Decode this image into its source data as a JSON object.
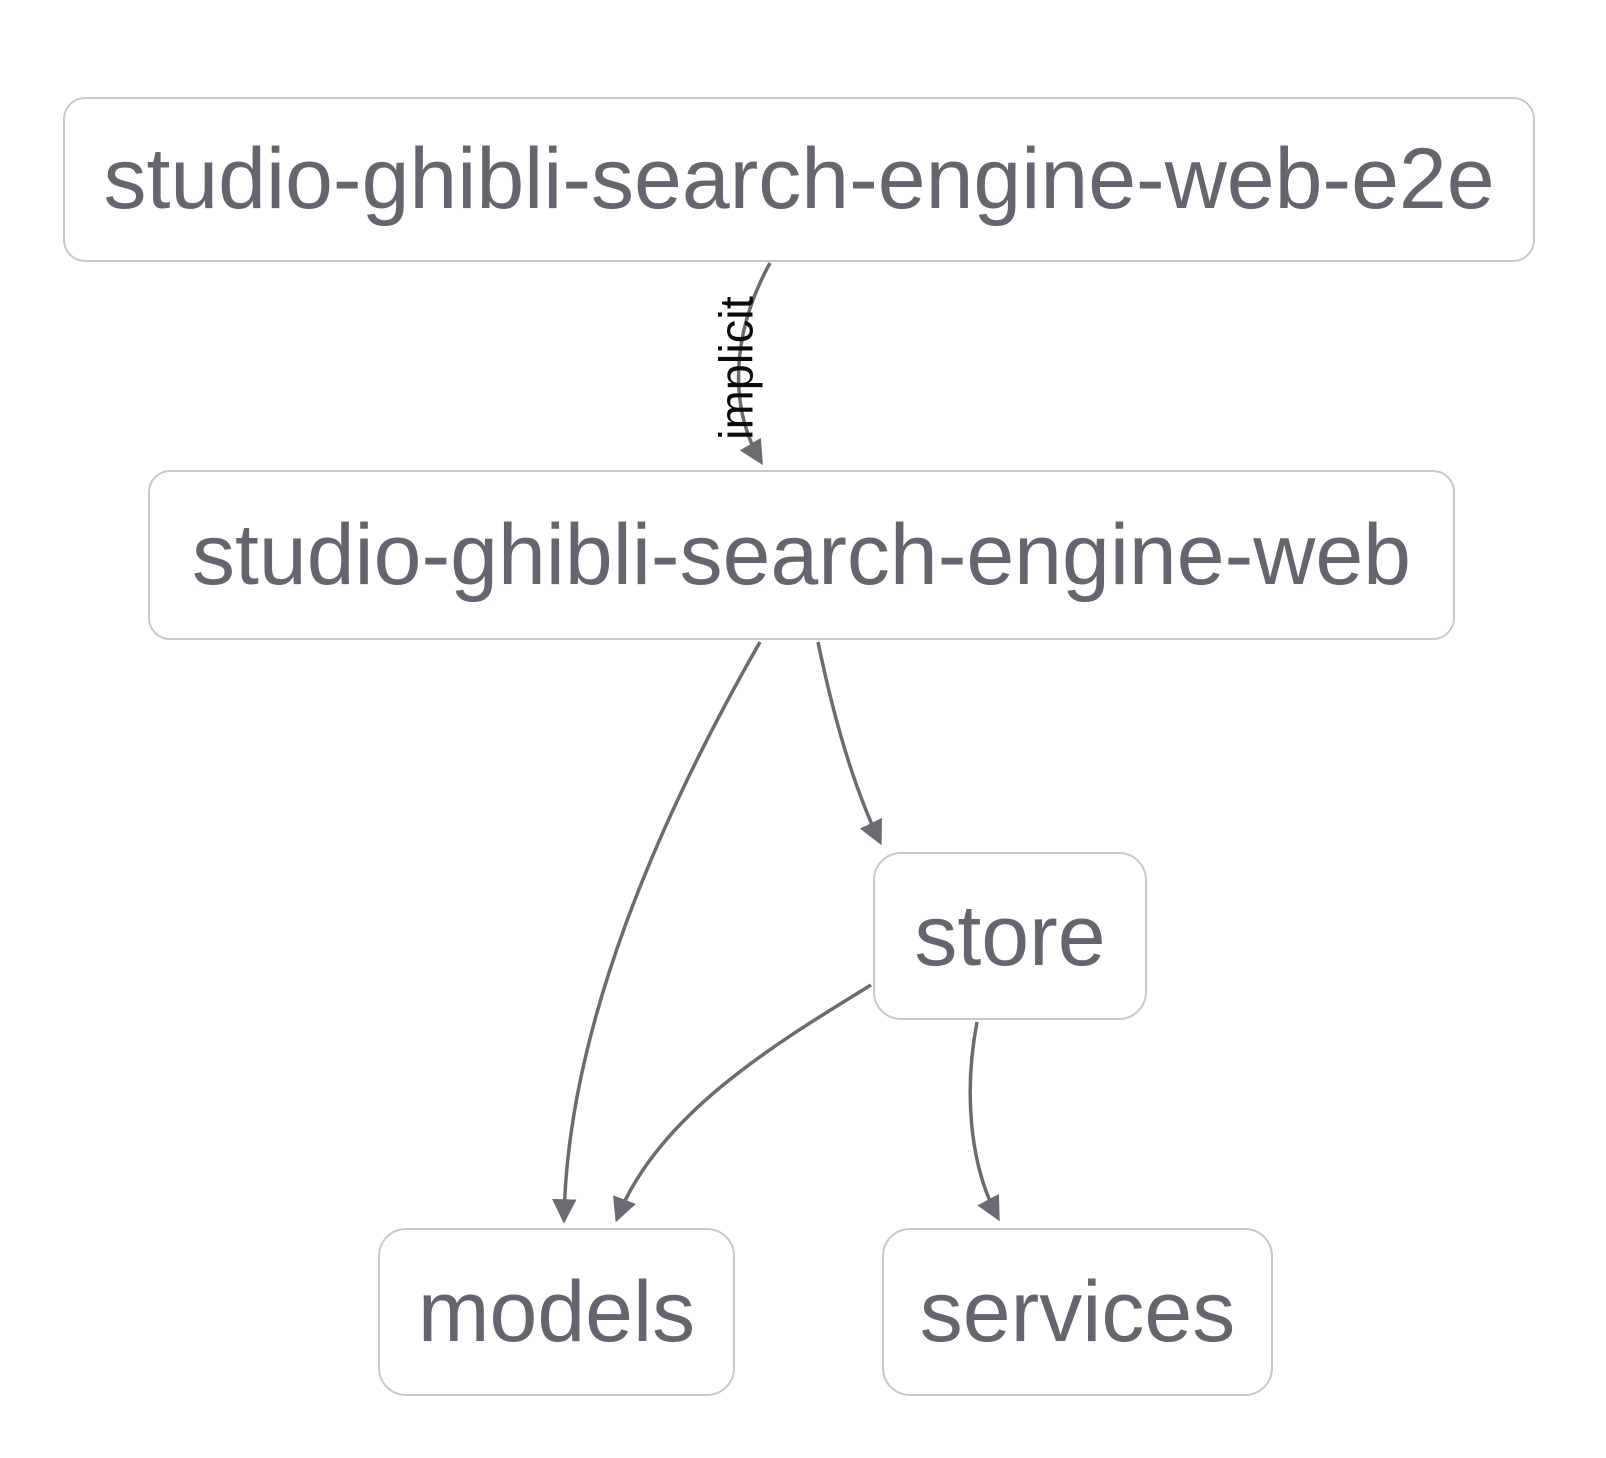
{
  "diagram": {
    "type": "dependency-graph",
    "nodes": [
      {
        "id": "studio-ghibli-search-engine-web-e2e",
        "label": "studio-ghibli-search-engine-web-e2e"
      },
      {
        "id": "studio-ghibli-search-engine-web",
        "label": "studio-ghibli-search-engine-web"
      },
      {
        "id": "store",
        "label": "store"
      },
      {
        "id": "models",
        "label": "models"
      },
      {
        "id": "services",
        "label": "services"
      }
    ],
    "edges": [
      {
        "from": "studio-ghibli-search-engine-web-e2e",
        "to": "studio-ghibli-search-engine-web",
        "label": "implicit"
      },
      {
        "from": "studio-ghibli-search-engine-web",
        "to": "store",
        "label": ""
      },
      {
        "from": "studio-ghibli-search-engine-web",
        "to": "models",
        "label": ""
      },
      {
        "from": "store",
        "to": "models",
        "label": ""
      },
      {
        "from": "store",
        "to": "services",
        "label": ""
      }
    ],
    "colors": {
      "background": "#ffffff",
      "node_fill": "#ffffff",
      "node_border": "#c7c7cd",
      "node_text": "#65656f",
      "edge_stroke": "#6b6b74",
      "edge_label_text": "#0b0b0b"
    }
  }
}
